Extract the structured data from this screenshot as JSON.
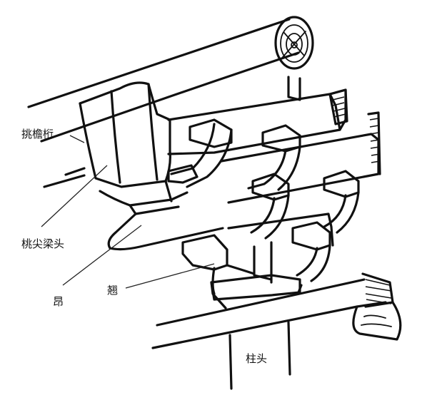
{
  "labels": {
    "tiaoyanheng": "挑檐桁",
    "taojianliangtou": "桃尖梁头",
    "ang": "昂",
    "qiao": "翘",
    "zhutou": "柱头"
  }
}
